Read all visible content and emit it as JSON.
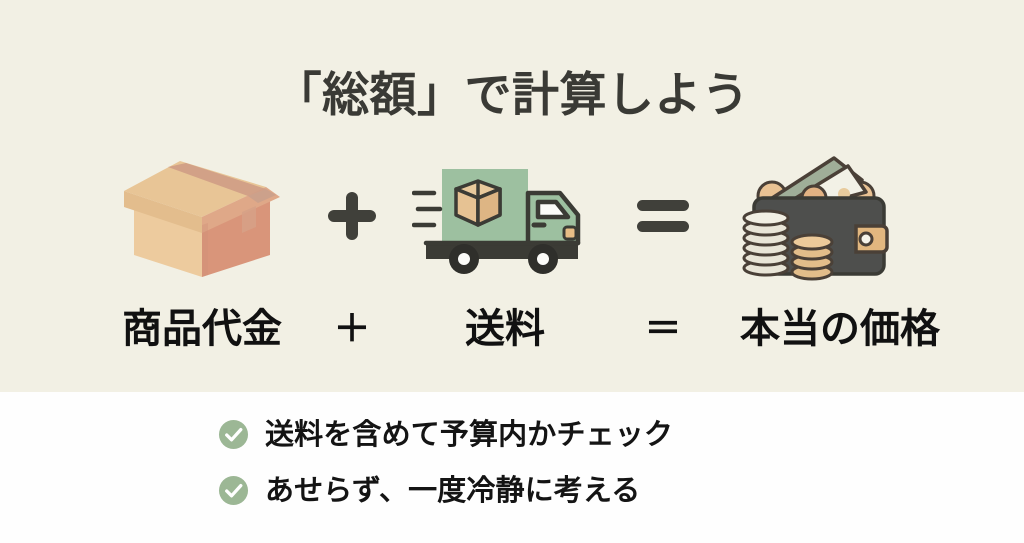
{
  "page": {
    "title": "「総額」で計算しよう",
    "background_top": "#f2f0e4",
    "background_bottom": "#fefefe",
    "text_color": "#3a3a35",
    "accent_green": "#9cb795"
  },
  "formula": {
    "icons": [
      {
        "name": "cardboard-box-icon",
        "meaning": "商品"
      },
      {
        "name": "plus-sign-icon",
        "meaning": "+"
      },
      {
        "name": "delivery-truck-icon",
        "meaning": "配送"
      },
      {
        "name": "equals-sign-icon",
        "meaning": "="
      },
      {
        "name": "wallet-money-icon",
        "meaning": "支払い総額"
      }
    ],
    "labels": {
      "item_price": "商品代金",
      "plus": "＋",
      "shipping_fee": "送料",
      "equals": "＝",
      "true_price": "本当の価格"
    }
  },
  "checklist": {
    "items": [
      {
        "icon": "check-circle-icon",
        "text": "送料を含めて予算内かチェック"
      },
      {
        "icon": "check-circle-icon",
        "text": "あせらず、一度冷静に考える"
      }
    ]
  }
}
